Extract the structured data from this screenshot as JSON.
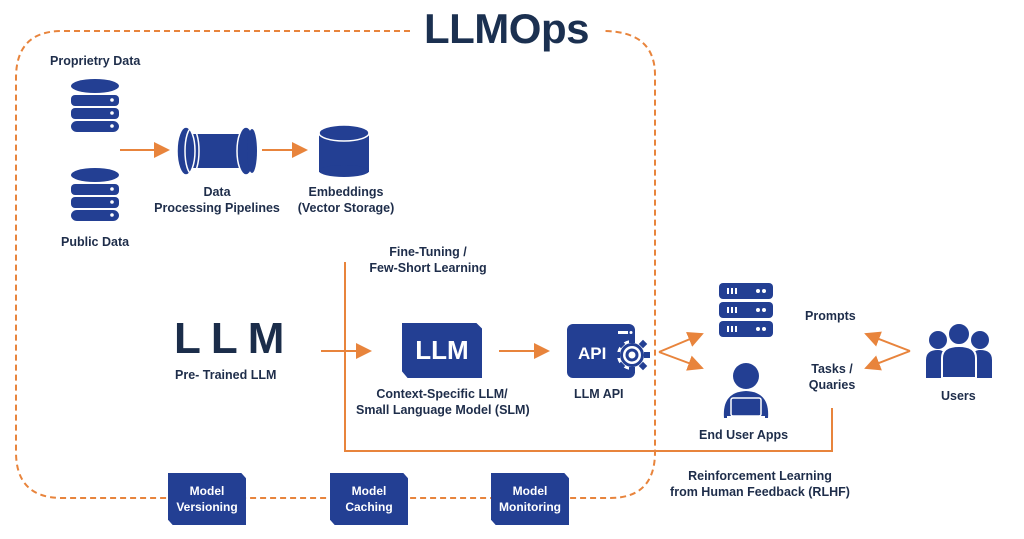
{
  "title": "LLMOps",
  "colors": {
    "primary": "#233f93",
    "accent": "#e8843c",
    "text": "#1e2d4a"
  },
  "nodes": {
    "proprietary_data": {
      "label": "Proprietry Data",
      "icon": "database-icon"
    },
    "public_data": {
      "label": "Public Data",
      "icon": "database-icon"
    },
    "pipeline": {
      "line1": "Data",
      "line2": "Processing Pipelines",
      "icon": "pipe-icon"
    },
    "embeddings": {
      "line1": "Embeddings",
      "line2": "(Vector Storage)",
      "icon": "cylinder-icon"
    },
    "fine_tuning": {
      "line1": "Fine-Tuning /",
      "line2": "Few-Short Learning"
    },
    "pretrained": {
      "big": "LLM",
      "label": "Pre- Trained LLM"
    },
    "slm": {
      "chip": "LLM",
      "line1": "Context-Specific LLM/",
      "line2": "Small Language Model (SLM)"
    },
    "api": {
      "chip": "API",
      "label": "LLM API",
      "icon": "api-gear-icon"
    },
    "end_user_apps": {
      "label": "End User Apps",
      "icons": [
        "server-icon",
        "user-laptop-icon"
      ]
    },
    "prompts": {
      "label": "Prompts"
    },
    "tasks": {
      "line1": "Tasks /",
      "line2": "Quaries"
    },
    "users": {
      "label": "Users",
      "icon": "users-group-icon"
    },
    "rlhf": {
      "line1": "Reinforcement Learning",
      "line2": "from Human Feedback (RLHF)"
    }
  },
  "ops_tags": [
    {
      "line1": "Model",
      "line2": "Versioning"
    },
    {
      "line1": "Model",
      "line2": "Caching"
    },
    {
      "line1": "Model",
      "line2": "Monitoring"
    }
  ]
}
